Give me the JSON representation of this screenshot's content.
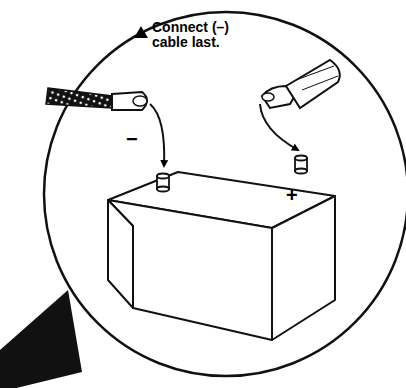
{
  "diagram": {
    "labels": [
      "Connect (–) cable last.",
      "−",
      "+"
    ]
  }
}
